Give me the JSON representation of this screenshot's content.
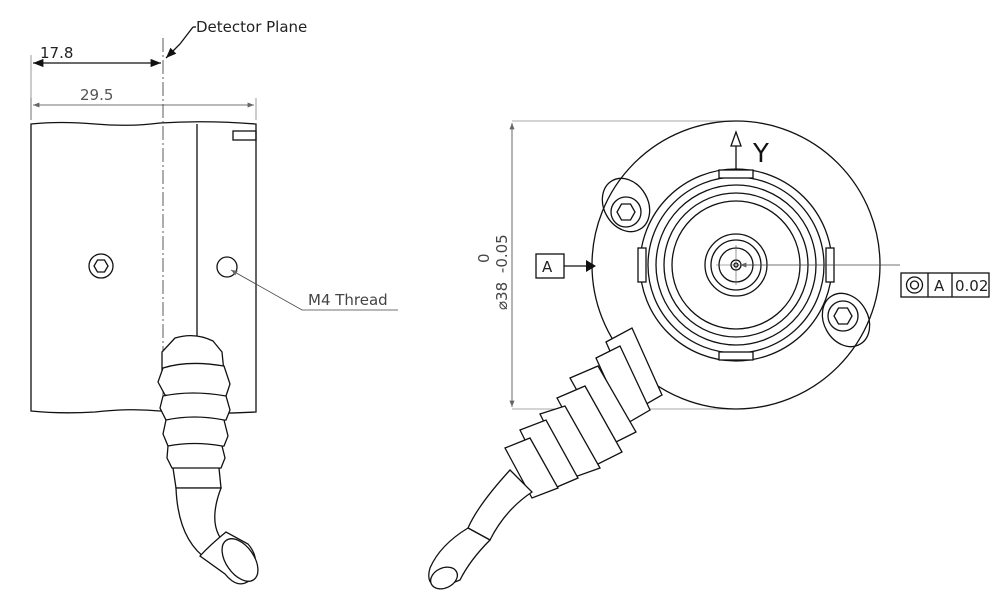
{
  "side_view": {
    "detector_plane_label": "Detector Plane",
    "dim_detector": "17.8",
    "dim_width": "29.5",
    "thread_label": "M4 Thread"
  },
  "front_view": {
    "diameter_nominal": "⌀38",
    "diameter_tolerance": "-0.05",
    "diameter_upper": "0",
    "datum_label": "A",
    "y_axis_label": "Y",
    "fcf_datum": "A",
    "fcf_tolerance": "0.02"
  }
}
